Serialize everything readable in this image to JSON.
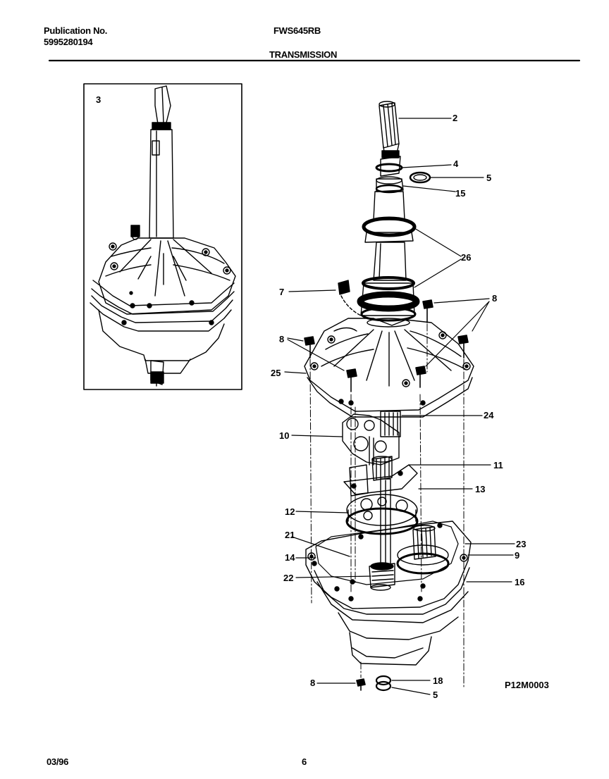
{
  "header": {
    "publication_label": "Publication No.",
    "publication_number": "5995280194",
    "model": "FWS645RB",
    "section_title": "TRANSMISSION"
  },
  "inset": {
    "label": "3"
  },
  "callouts": {
    "c2": "2",
    "c4": "4",
    "c5a": "5",
    "c15": "15",
    "c26": "26",
    "c7": "7",
    "c8a": "8",
    "c8b": "8",
    "c25": "25",
    "c24": "24",
    "c10": "10",
    "c11": "11",
    "c13": "13",
    "c12": "12",
    "c21": "21",
    "c23": "23",
    "c14": "14",
    "c9": "9",
    "c22": "22",
    "c16": "16",
    "c8c": "8",
    "c18": "18",
    "c5b": "5"
  },
  "diagram_code": "P12M0003",
  "footer": {
    "date": "03/96",
    "page": "6"
  }
}
